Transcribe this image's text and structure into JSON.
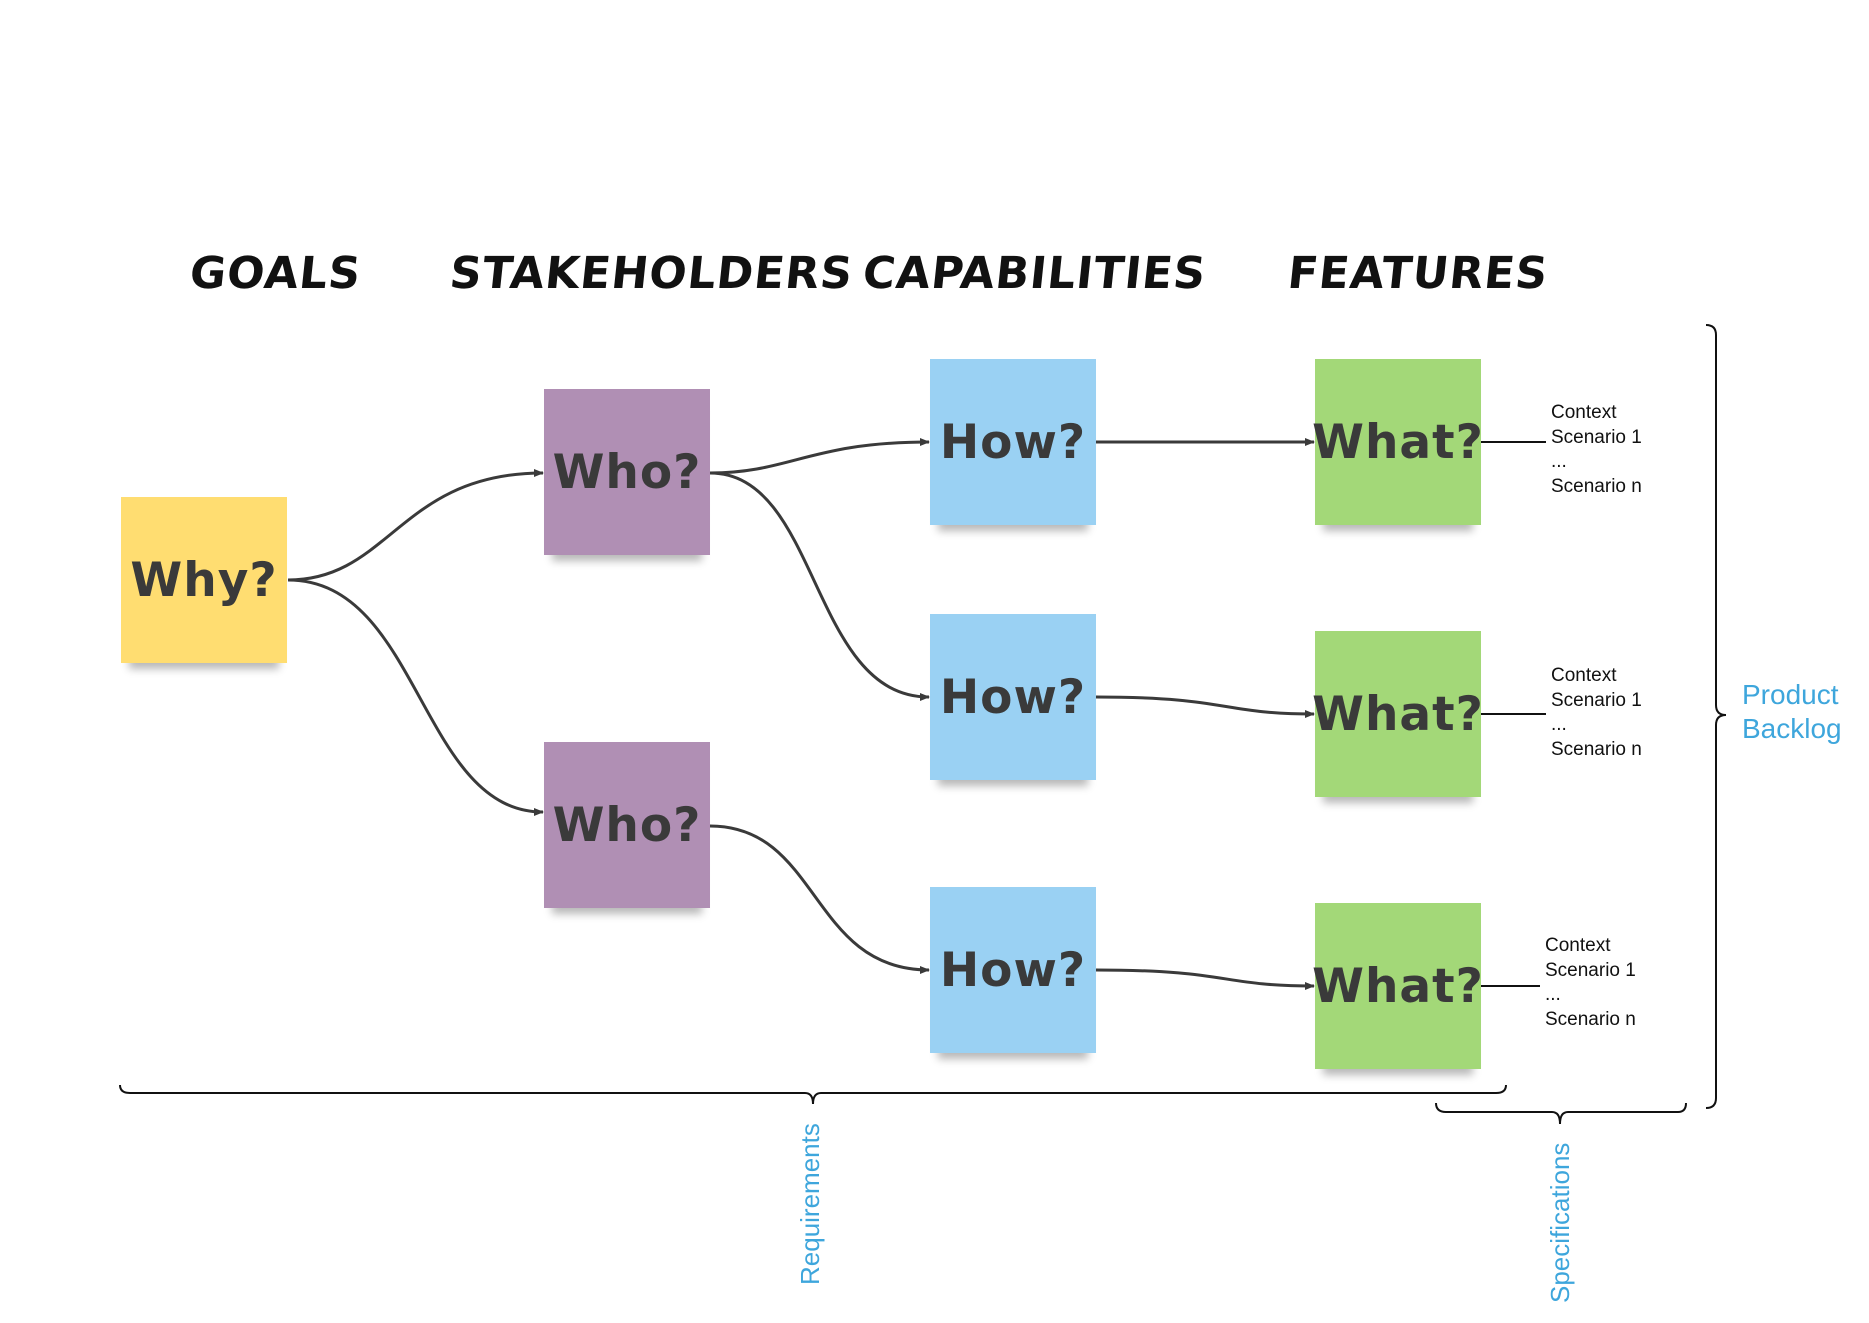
{
  "headings": {
    "goals": "GOALS",
    "stakeholders": "STAKEHOLDERS",
    "capabilities": "CAPABILITIES",
    "features": "FEATURES"
  },
  "notes": {
    "why": "Why?",
    "who": "Who?",
    "how": "How?",
    "what": "What?"
  },
  "specs": [
    {
      "context": "Context",
      "first": "Scenario 1",
      "ellipsis": "...",
      "last": "Scenario n"
    },
    {
      "context": "Context",
      "first": "Scenario 1",
      "ellipsis": "...",
      "last": "Scenario n"
    },
    {
      "context": "Context",
      "first": "Scenario 1",
      "ellipsis": "...",
      "last": "Scenario n"
    }
  ],
  "brackets": {
    "requirements": "Requirements",
    "specifications": "Specifications",
    "product_backlog_line1": "Product",
    "product_backlog_line2": "Backlog"
  },
  "colors": {
    "why": "#ffdd71",
    "who": "#b08fb4",
    "how": "#9ad1f3",
    "what": "#a3d878",
    "label_blue": "#3ea6dc",
    "arrow": "#3a3a3a"
  }
}
